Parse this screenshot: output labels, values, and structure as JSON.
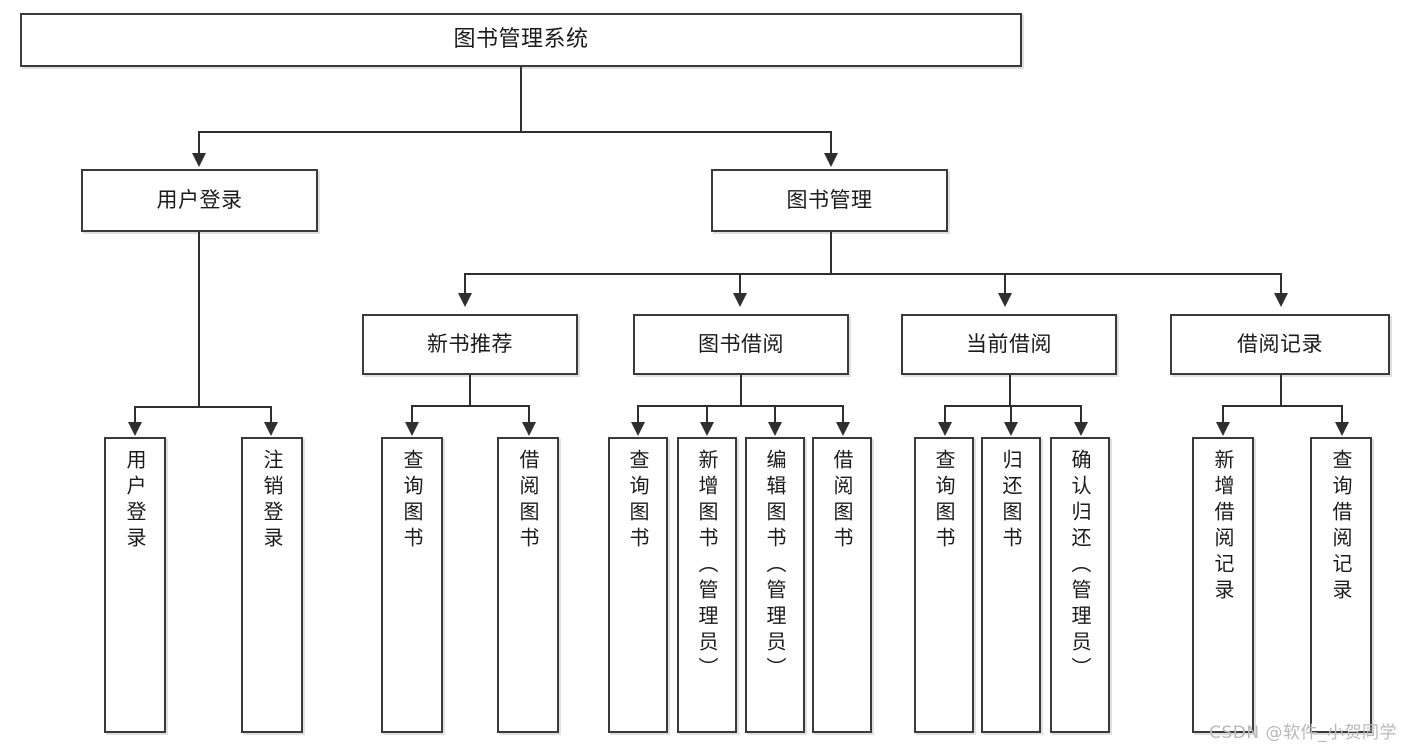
{
  "diagram": {
    "title": "图书管理系统",
    "watermark": "CSDN @软件_小贺同学",
    "root": {
      "label": "图书管理系统"
    },
    "level2": [
      {
        "label": "用户登录"
      },
      {
        "label": "图书管理"
      }
    ],
    "level3": [
      {
        "label": "新书推荐"
      },
      {
        "label": "图书借阅"
      },
      {
        "label": "当前借阅"
      },
      {
        "label": "借阅记录"
      }
    ],
    "leaves": {
      "user_login": [
        {
          "label": "用户登录"
        },
        {
          "label": "注销登录"
        }
      ],
      "new_book_recommend": [
        {
          "label": "查询图书"
        },
        {
          "label": "借阅图书"
        }
      ],
      "book_borrow": [
        {
          "label": "查询图书"
        },
        {
          "label": "新增图书（管理员）"
        },
        {
          "label": "编辑图书（管理员）"
        },
        {
          "label": "借阅图书"
        }
      ],
      "current_borrow": [
        {
          "label": "查询图书"
        },
        {
          "label": "归还图书"
        },
        {
          "label": "确认归还（管理员）"
        }
      ],
      "borrow_record": [
        {
          "label": "新增借阅记录"
        },
        {
          "label": "查询借阅记录"
        }
      ]
    }
  }
}
